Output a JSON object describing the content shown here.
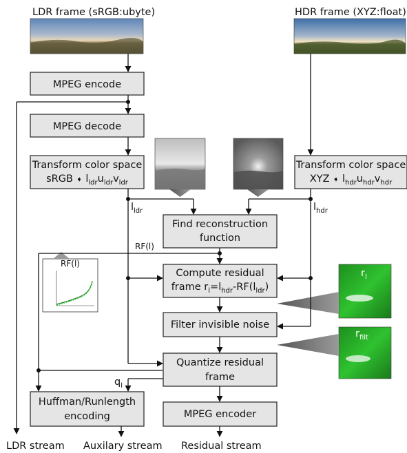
{
  "frames": {
    "ldr_title": "LDR frame (sRGB:ubyte)",
    "hdr_title": "HDR frame (XYZ:float)"
  },
  "boxes": {
    "mpeg_encode": "MPEG encode",
    "mpeg_decode": "MPEG decode",
    "transform_ldr_line1": "Transform color space",
    "transform_ldr_line2_prefix": "sRGB",
    "transform_hdr_line1": "Transform color space",
    "transform_hdr_line2_prefix": "XYZ",
    "find_line1": "Find reconstruction",
    "find_line2": "function",
    "compute_line1": "Compute residual",
    "compute_line2_prefix": "frame",
    "filter": "Filter invisible noise",
    "quantize_line1": "Quantize residual",
    "quantize_line2": "frame",
    "huffman_line1": "Huffman/Runlength",
    "huffman_line2": "encoding",
    "mpeg_encoder": "MPEG encoder"
  },
  "symbols": {
    "l_ldr": "ldr",
    "l_hdr": "hdr",
    "l_main": "l",
    "u": "u",
    "v": "v",
    "arrow_glyph": "➧",
    "rf_label": "RF(l)",
    "r_l": "r",
    "r_l_sub": "l",
    "r_filt_sub": "filt",
    "q_sub": "l",
    "q": "q"
  },
  "outputs": {
    "ldr_stream": "LDR stream",
    "auxiliary_stream": "Auxilary stream",
    "residual_stream": "Residual stream"
  },
  "colors": {
    "box_fill": "#e5e5e5",
    "residual_green": "#2fb52f"
  }
}
